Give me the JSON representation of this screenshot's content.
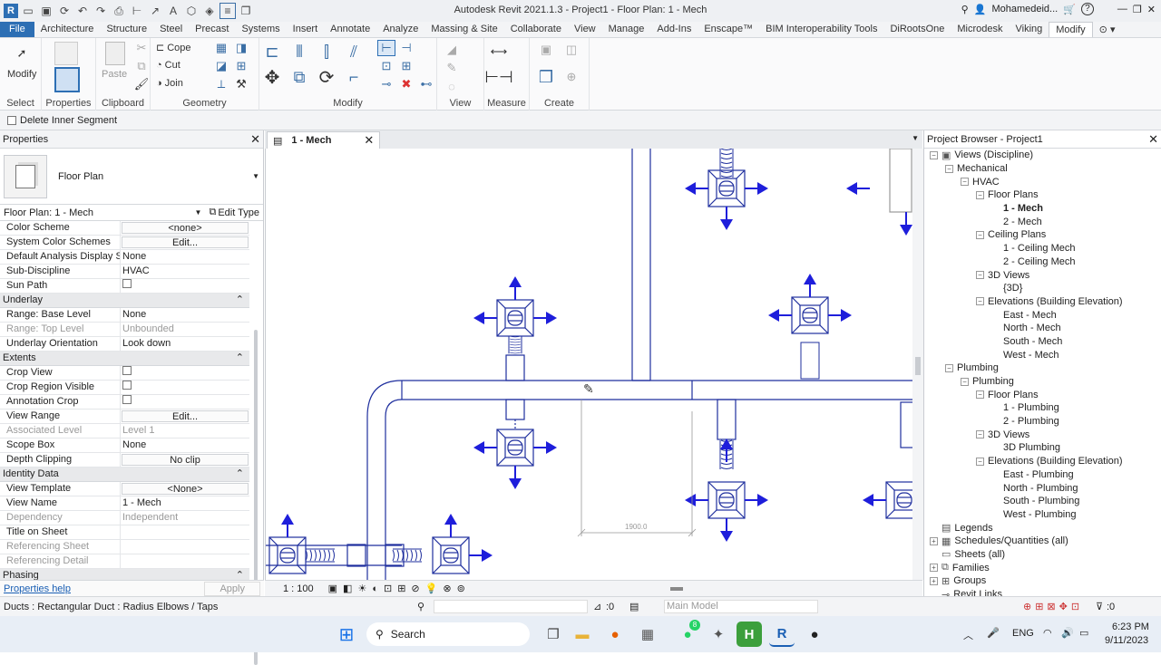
{
  "titlebar": {
    "title": "Autodesk Revit 2021.1.3 - Project1 - Floor Plan: 1 - Mech",
    "user": "Mohamedeid...",
    "help": "?"
  },
  "tabs": [
    "File",
    "Architecture",
    "Structure",
    "Steel",
    "Precast",
    "Systems",
    "Insert",
    "Annotate",
    "Analyze",
    "Massing & Site",
    "Collaborate",
    "View",
    "Manage",
    "Add-Ins",
    "Enscape™",
    "BIM Interoperability Tools",
    "DiRootsOne",
    "Microdesk",
    "Viking",
    "Modify"
  ],
  "active_tab": "Modify",
  "ribbon": {
    "modify_label": "Modify",
    "paste_label": "Paste",
    "cope_label": "Cope",
    "cut_label": "Cut",
    "join_label": "Join",
    "panels": [
      "Select",
      "Properties",
      "Clipboard",
      "Geometry",
      "Modify",
      "View",
      "Measure",
      "Create"
    ]
  },
  "options_bar": {
    "checkbox_label": "Delete Inner Segment"
  },
  "properties": {
    "header": "Properties",
    "type_name": "Floor Plan",
    "instance_selector": "Floor Plan: 1 - Mech",
    "edit_type": "Edit Type",
    "rows_graphics": [
      {
        "k": "Color Scheme",
        "v": "<none>",
        "btn": true
      },
      {
        "k": "System Color Schemes",
        "v": "Edit...",
        "btn": true
      },
      {
        "k": "Default Analysis Display St...",
        "v": "None"
      },
      {
        "k": "Sub-Discipline",
        "v": "HVAC"
      },
      {
        "k": "Sun Path",
        "v": "",
        "check": true
      }
    ],
    "sec_underlay": "Underlay",
    "rows_underlay": [
      {
        "k": "Range: Base Level",
        "v": "None"
      },
      {
        "k": "Range: Top Level",
        "v": "Unbounded",
        "dis": true
      },
      {
        "k": "Underlay Orientation",
        "v": "Look down"
      }
    ],
    "sec_extents": "Extents",
    "rows_extents": [
      {
        "k": "Crop View",
        "v": "",
        "check": true
      },
      {
        "k": "Crop Region Visible",
        "v": "",
        "check": true
      },
      {
        "k": "Annotation Crop",
        "v": "",
        "check": true
      },
      {
        "k": "View Range",
        "v": "Edit...",
        "btn": true
      },
      {
        "k": "Associated Level",
        "v": "Level 1",
        "dis": true
      },
      {
        "k": "Scope Box",
        "v": "None"
      },
      {
        "k": "Depth Clipping",
        "v": "No clip",
        "btn": true
      }
    ],
    "sec_identity": "Identity Data",
    "rows_identity": [
      {
        "k": "View Template",
        "v": "<None>",
        "btn": true
      },
      {
        "k": "View Name",
        "v": "1 - Mech"
      },
      {
        "k": "Dependency",
        "v": "Independent",
        "dis": true
      },
      {
        "k": "Title on Sheet",
        "v": ""
      },
      {
        "k": "Referencing Sheet",
        "v": "",
        "dis": true
      },
      {
        "k": "Referencing Detail",
        "v": "",
        "dis": true
      }
    ],
    "sec_phasing": "Phasing",
    "help_link": "Properties help",
    "apply": "Apply"
  },
  "view": {
    "tab_label": "1 - Mech",
    "scale": "1 : 100",
    "dimension": "1900.0"
  },
  "browser": {
    "header": "Project Browser - Project1",
    "items": [
      {
        "label": "Views (Discipline)",
        "lvl": 0,
        "tog": "−",
        "icon": "views"
      },
      {
        "label": "Mechanical",
        "lvl": 1,
        "tog": "−"
      },
      {
        "label": "HVAC",
        "lvl": 2,
        "tog": "−"
      },
      {
        "label": "Floor Plans",
        "lvl": 3,
        "tog": "−"
      },
      {
        "label": "1 - Mech",
        "lvl": 4,
        "bold": true
      },
      {
        "label": "2 - Mech",
        "lvl": 4
      },
      {
        "label": "Ceiling Plans",
        "lvl": 3,
        "tog": "−"
      },
      {
        "label": "1 - Ceiling Mech",
        "lvl": 4
      },
      {
        "label": "2 - Ceiling Mech",
        "lvl": 4
      },
      {
        "label": "3D Views",
        "lvl": 3,
        "tog": "−"
      },
      {
        "label": "{3D}",
        "lvl": 4
      },
      {
        "label": "Elevations (Building Elevation)",
        "lvl": 3,
        "tog": "−"
      },
      {
        "label": "East - Mech",
        "lvl": 4
      },
      {
        "label": "North - Mech",
        "lvl": 4
      },
      {
        "label": "South - Mech",
        "lvl": 4
      },
      {
        "label": "West - Mech",
        "lvl": 4
      },
      {
        "label": "Plumbing",
        "lvl": 1,
        "tog": "−"
      },
      {
        "label": "Plumbing",
        "lvl": 2,
        "tog": "−"
      },
      {
        "label": "Floor Plans",
        "lvl": 3,
        "tog": "−"
      },
      {
        "label": "1 - Plumbing",
        "lvl": 4
      },
      {
        "label": "2 - Plumbing",
        "lvl": 4
      },
      {
        "label": "3D Views",
        "lvl": 3,
        "tog": "−"
      },
      {
        "label": "3D Plumbing",
        "lvl": 4
      },
      {
        "label": "Elevations (Building Elevation)",
        "lvl": 3,
        "tog": "−"
      },
      {
        "label": "East - Plumbing",
        "lvl": 4
      },
      {
        "label": "North - Plumbing",
        "lvl": 4
      },
      {
        "label": "South - Plumbing",
        "lvl": 4
      },
      {
        "label": "West - Plumbing",
        "lvl": 4
      },
      {
        "label": "Legends",
        "lvl": 0,
        "icon": "legend"
      },
      {
        "label": "Schedules/Quantities (all)",
        "lvl": 0,
        "tog": "+",
        "icon": "schedule"
      },
      {
        "label": "Sheets (all)",
        "lvl": 0,
        "icon": "sheet"
      },
      {
        "label": "Families",
        "lvl": 0,
        "tog": "+",
        "icon": "family"
      },
      {
        "label": "Groups",
        "lvl": 0,
        "tog": "+",
        "icon": "group"
      },
      {
        "label": "Revit Links",
        "lvl": 0,
        "icon": "link"
      }
    ]
  },
  "status": {
    "text": "Ducts : Rectangular Duct : Radius Elbows / Taps",
    "zero1": ":0",
    "model": "Main Model",
    "zero2": ":0"
  },
  "taskbar": {
    "search": "Search",
    "lang": "ENG",
    "time": "6:23 PM",
    "date": "9/11/2023",
    "badge": "8"
  },
  "colors": {
    "accent": "#2d6fb4",
    "duct": "#1f2f9e",
    "arrow": "#1e1edb"
  }
}
